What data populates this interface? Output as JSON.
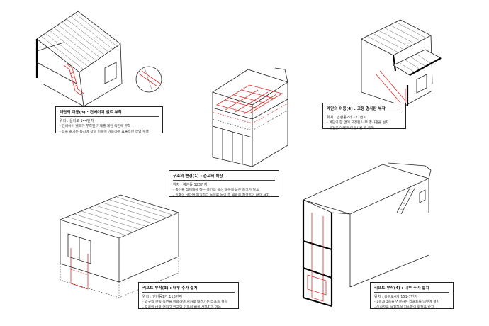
{
  "cards": [
    {
      "title": "계단의 이용(3) : 컨베이어 벨트 부착",
      "location": "위치 : 을지로 144번지",
      "lines": [
        "- 컨베이어 벨트가 부착된 기계를 계단 측면에 부착",
        "- 짐을 옮기는 동시에 상하 이동이 가능하여 효율적인 작업 수행"
      ]
    },
    {
      "title": "계단의 이용(4) : 고정 경사판 부착",
      "location": "위치 : 인현동2가 177번지",
      "lines": [
        "- 계단의 한 면에 고정된 나무 경사판을 설치",
        "- 물건을 아래로 이동시킬 때 유리"
      ]
    },
    {
      "title": "구조의 변경(1) : 층고의 확장",
      "location": "위치 : 예관동 123번지",
      "lines": [
        "- 종이를 적재해야 하는 공간의 특성 때문에 높은 층고가 필요",
        "- 기존의 바닥면 제거하고 높이를 높인 후 새로운 철골조의 바닥 설치"
      ]
    },
    {
      "title": "리프트 부착(3) : 내부 추가 설치",
      "location": "위치 : 인현동1가 113번지",
      "lines": [
        "- 입구의 한쪽 측면을 이용하여 지하로 내려가는 리프트 설치",
        "- 도로와 바로 면하고 입구와 가까워 빠른 상하차가 가능"
      ]
    },
    {
      "title": "리프트 부착(4) : 내부 추가 설치",
      "location": "위치 : 충무로4가 151-7번지",
      "lines": [
        "- 1층과 3층을 연결하는 리프트를 내부에 설치",
        "- 이삿짐을 설치하여 최소한의 위험을 방지"
      ]
    }
  ]
}
